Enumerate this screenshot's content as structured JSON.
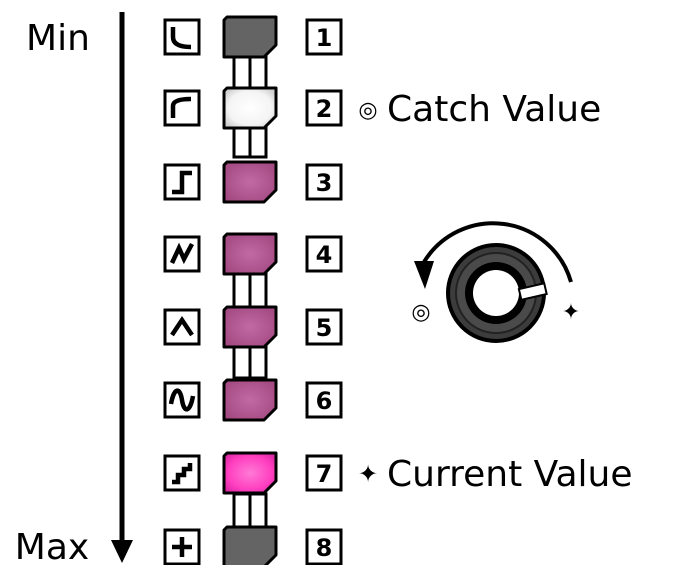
{
  "axis": {
    "min_label": "Min",
    "max_label": "Max"
  },
  "rows": [
    {
      "number": "1",
      "icon": "curve-log-icon",
      "color": "#646464",
      "lit": false
    },
    {
      "number": "2",
      "icon": "curve-exp-icon",
      "color": "#f2f2f2",
      "lit": true
    },
    {
      "number": "3",
      "icon": "curve-step-icon",
      "color": "#ad4f8f",
      "lit": false
    },
    {
      "number": "4",
      "icon": "curve-random-icon",
      "color": "#ad4f8f",
      "lit": false
    },
    {
      "number": "5",
      "icon": "curve-triangle-icon",
      "color": "#ad4f8f",
      "lit": false
    },
    {
      "number": "6",
      "icon": "curve-sine-icon",
      "color": "#ad4f8f",
      "lit": false
    },
    {
      "number": "7",
      "icon": "curve-stairs-icon",
      "color": "#ff3fc0",
      "lit": true
    },
    {
      "number": "8",
      "icon": "curve-plus-icon",
      "color": "#646464",
      "lit": false
    }
  ],
  "catch": {
    "symbol": "◎",
    "label": "Catch Value",
    "row": 2
  },
  "current": {
    "symbol": "✦",
    "label": "Current Value",
    "row": 7
  },
  "knob": {
    "ccw_symbol": "◎",
    "cw_symbol": "✦"
  }
}
